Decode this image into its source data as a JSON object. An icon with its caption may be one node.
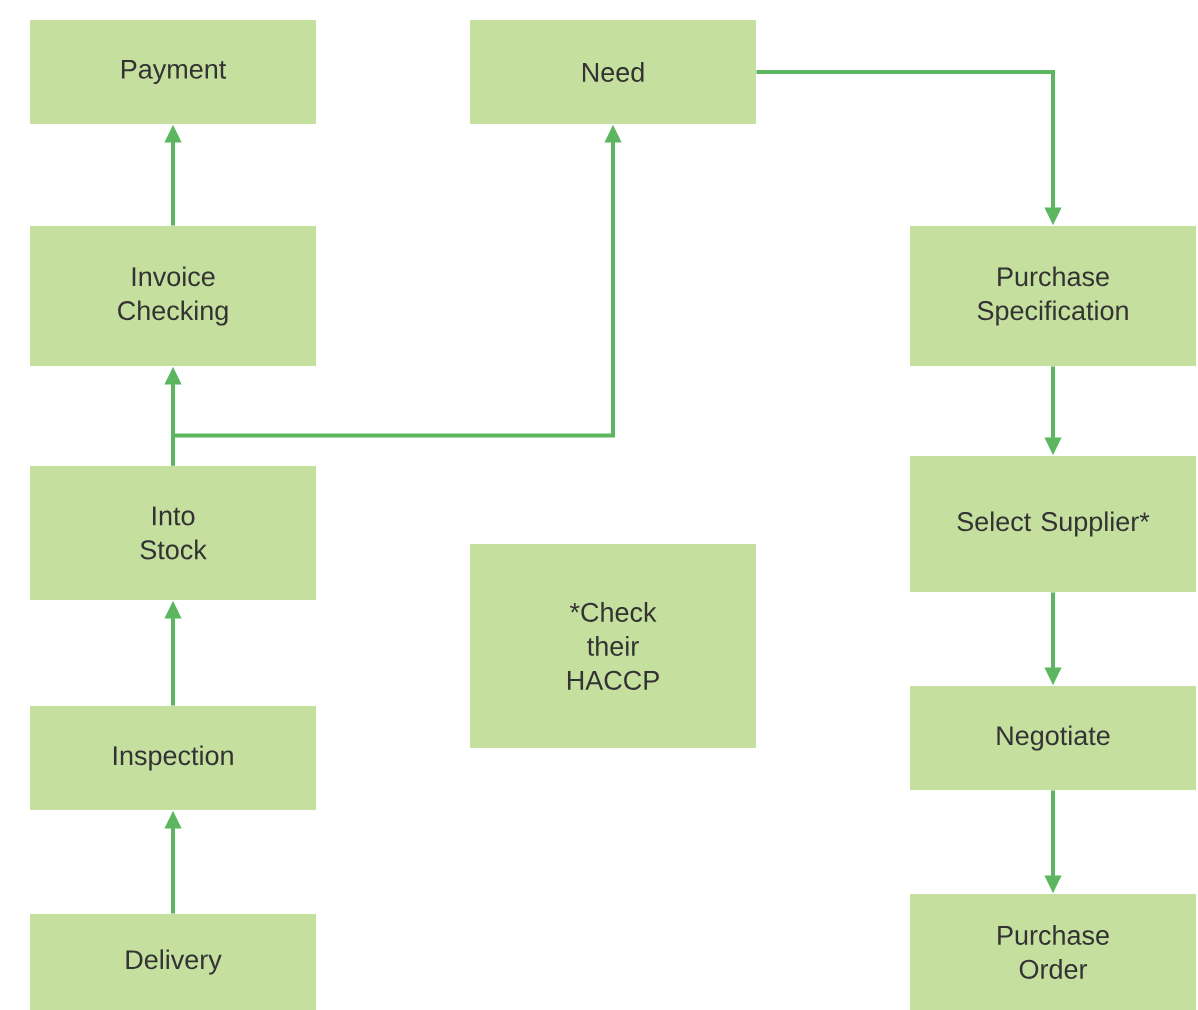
{
  "diagram": {
    "nodes": [
      {
        "text": [
          "Payment"
        ]
      },
      {
        "text": [
          "Need"
        ]
      },
      {
        "text": [
          "Invoice Checking"
        ]
      },
      {
        "text": [
          "Purchase Specification"
        ]
      },
      {
        "text": [
          "Into Stock"
        ]
      },
      {
        "text": [
          "Select Supplier*"
        ]
      },
      {
        "text": [
          "*Check their HACCP"
        ]
      },
      {
        "text": [
          "Inspection"
        ]
      },
      {
        "text": [
          "Negotiate"
        ]
      },
      {
        "text": [
          "Delivery"
        ]
      },
      {
        "text": [
          "Purchase Order"
        ]
      }
    ],
    "edges": [
      {
        "from": 9,
        "to": 7,
        "arrow": "to"
      },
      {
        "from": 7,
        "to": 4,
        "arrow": "to"
      },
      {
        "from": 4,
        "to": 2,
        "arrow": "to"
      },
      {
        "from": 4,
        "to": 1,
        "arrow": "to"
      },
      {
        "from": 2,
        "to": 0,
        "arrow": "to"
      },
      {
        "from": 1,
        "to": 3,
        "arrow": "to"
      },
      {
        "from": 3,
        "to": 5,
        "arrow": "to"
      },
      {
        "from": 5,
        "to": 8,
        "arrow": "to"
      },
      {
        "from": 8,
        "to": 10,
        "arrow": "to"
      }
    ]
  }
}
